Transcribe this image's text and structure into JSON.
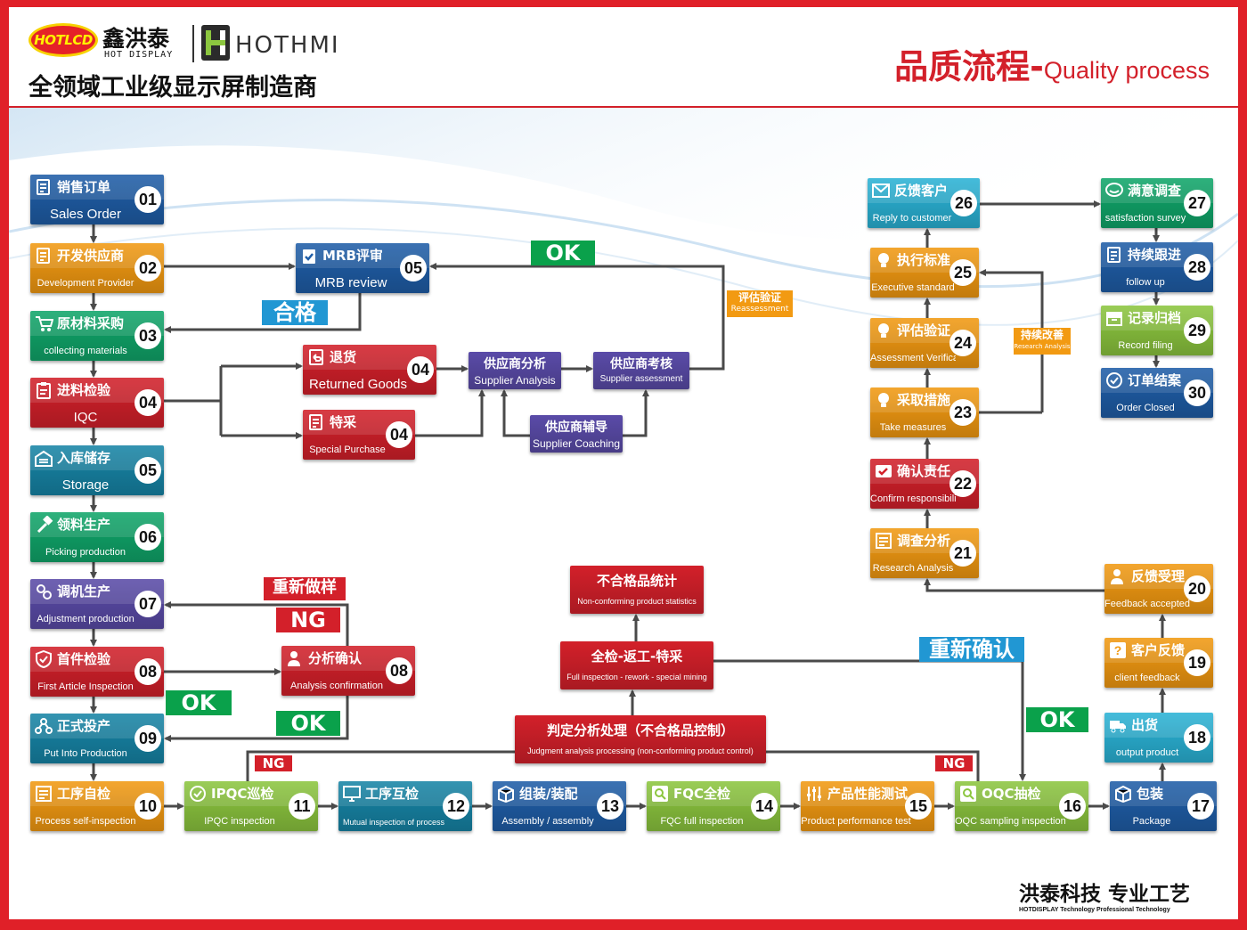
{
  "header": {
    "logo_badge": "HOTLCD",
    "brand_cn": "鑫洪泰",
    "brand_en": "HOT DISPLAY",
    "brand2": "HOTHMI",
    "tagline": "全领域工业级显示屏制造商",
    "title_cn": "品质流程-",
    "title_en": "Quality process"
  },
  "footer": {
    "cn": "洪泰科技 专业工艺",
    "en": "HOTDISPLAY Technology Professional Technology"
  },
  "colors": {
    "navy": "#1f5ea8",
    "orange": "#f29a12",
    "green": "#10a66a",
    "red": "#d3202a",
    "teal": "#1785a6",
    "purple": "#5a4ba8",
    "lime": "#8cc63f",
    "cyan": "#2bb3d6",
    "ok_green": "#0aa14b",
    "blue_label": "#2197d3"
  },
  "nodes": [
    {
      "id": "n01",
      "cn": "销售订单",
      "en": "Sales Order",
      "num": "01",
      "icon": "document-icon"
    },
    {
      "id": "n02",
      "cn": "开发供应商",
      "en": "Development Provider",
      "num": "02",
      "icon": "document-icon"
    },
    {
      "id": "n03",
      "cn": "原材料采购",
      "en": "collecting materials",
      "num": "03",
      "icon": "cart-icon"
    },
    {
      "id": "n04",
      "cn": "进料检验",
      "en": "IQC",
      "num": "04",
      "icon": "clipboard-icon"
    },
    {
      "id": "n05",
      "cn": "入库储存",
      "en": "Storage",
      "num": "05",
      "icon": "warehouse-icon"
    },
    {
      "id": "n06",
      "cn": "领料生产",
      "en": "Picking production",
      "num": "06",
      "icon": "hammer-icon"
    },
    {
      "id": "n07",
      "cn": "调机生产",
      "en": "Adjustment production",
      "num": "07",
      "icon": "gears-icon"
    },
    {
      "id": "n08",
      "cn": "首件检验",
      "en": "First Article Inspection",
      "num": "08",
      "icon": "shield-icon"
    },
    {
      "id": "n09",
      "cn": "正式投产",
      "en": "Put Into Production",
      "num": "09",
      "icon": "network-icon"
    },
    {
      "id": "n10",
      "cn": "工序自检",
      "en": "Process self-inspection",
      "num": "10",
      "icon": "checklist-icon"
    },
    {
      "id": "n11",
      "cn": "IPQC巡检",
      "en": "IPQC inspection",
      "num": "11",
      "icon": "check-circle-icon"
    },
    {
      "id": "n12",
      "cn": "工序互检",
      "en": "Mutual inspection of process",
      "num": "12",
      "icon": "monitor-icon"
    },
    {
      "id": "n13",
      "cn": "组装/装配",
      "en": "Assembly / assembly",
      "num": "13",
      "icon": "box-icon"
    },
    {
      "id": "n14",
      "cn": "FQC全检",
      "en": "FQC full inspection",
      "num": "14",
      "icon": "magnifier-icon"
    },
    {
      "id": "n15",
      "cn": "产品性能测试",
      "en": "Product performance test",
      "num": "15",
      "icon": "sliders-icon"
    },
    {
      "id": "n16",
      "cn": "OQC抽检",
      "en": "OQC sampling inspection",
      "num": "16",
      "icon": "magnifier-icon"
    },
    {
      "id": "n17",
      "cn": "包装",
      "en": "Package",
      "num": "17",
      "icon": "box-icon"
    },
    {
      "id": "n18",
      "cn": "出货",
      "en": "output product",
      "num": "18",
      "icon": "truck-icon"
    },
    {
      "id": "n19",
      "cn": "客户反馈",
      "en": "client feedback",
      "num": "19",
      "icon": "question-icon"
    },
    {
      "id": "n20",
      "cn": "反馈受理",
      "en": "Feedback accepted",
      "num": "20",
      "icon": "person-icon"
    },
    {
      "id": "n21",
      "cn": "调查分析",
      "en": "Research Analysis",
      "num": "21",
      "icon": "checklist-icon"
    },
    {
      "id": "n22",
      "cn": "确认责任",
      "en": "Confirm responsibility",
      "num": "22",
      "icon": "check-box-icon"
    },
    {
      "id": "n23",
      "cn": "采取措施",
      "en": "Take measures",
      "num": "23",
      "icon": "bulb-icon"
    },
    {
      "id": "n24",
      "cn": "评估验证",
      "en": "Assessment Verification",
      "num": "24",
      "icon": "bulb-icon"
    },
    {
      "id": "n25",
      "cn": "执行标准",
      "en": "Executive standard",
      "num": "25",
      "icon": "bulb-icon"
    },
    {
      "id": "n26",
      "cn": "反馈客户",
      "en": "Reply to customer",
      "num": "26",
      "icon": "mail-icon"
    },
    {
      "id": "n27",
      "cn": "满意调查",
      "en": "satisfaction survey",
      "num": "27",
      "icon": "chat-icon"
    },
    {
      "id": "n28",
      "cn": "持续跟进",
      "en": "follow up",
      "num": "28",
      "icon": "document-icon"
    },
    {
      "id": "n29",
      "cn": "记录归档",
      "en": "Record filing",
      "num": "29",
      "icon": "archive-icon"
    },
    {
      "id": "n30",
      "cn": "订单结案",
      "en": "Order Closed",
      "num": "30",
      "icon": "check-circle-icon"
    },
    {
      "id": "mrb",
      "cn": "MRB评审",
      "en": "MRB review",
      "num": "05",
      "icon": "clipboard-check-icon"
    },
    {
      "id": "ret",
      "cn": "退货",
      "en": "Returned Goods",
      "num": "04",
      "icon": "return-icon"
    },
    {
      "id": "spe",
      "cn": "特采",
      "en": "Special Purchase",
      "num": "04",
      "icon": "document-icon"
    },
    {
      "id": "ana",
      "cn": "分析确认",
      "en": "Analysis confirmation",
      "num": "08",
      "icon": "person-icon"
    }
  ],
  "boxes": [
    {
      "id": "supA",
      "cn": "供应商分析",
      "en": "Supplier Analysis"
    },
    {
      "id": "supB",
      "cn": "供应商考核",
      "en": "Supplier assessment"
    },
    {
      "id": "supC",
      "cn": "供应商辅导",
      "en": "Supplier Coaching"
    },
    {
      "id": "nc",
      "cn": "不合格品统计",
      "en": "Non-conforming product statistics"
    },
    {
      "id": "full",
      "cn": "全检-返工-特采",
      "en": "Full inspection - rework - special mining"
    },
    {
      "id": "judge",
      "cn": "判定分析处理（不合格品控制）",
      "en": "Judgment analysis processing (non-conforming product control)"
    }
  ],
  "labels": {
    "ok_top": "OK",
    "hege": "合格",
    "reassess_cn": "评估验证",
    "reassess_en": "Reassessment",
    "improve_cn": "持续改善",
    "improve_en": "Research Analysis",
    "resample": "重新做样",
    "ng_big": "NG",
    "ok_08": "OK",
    "ok_09": "OK",
    "ng_11": "NG",
    "ng_16": "NG",
    "reconfirm": "重新确认",
    "ok_18": "OK"
  }
}
